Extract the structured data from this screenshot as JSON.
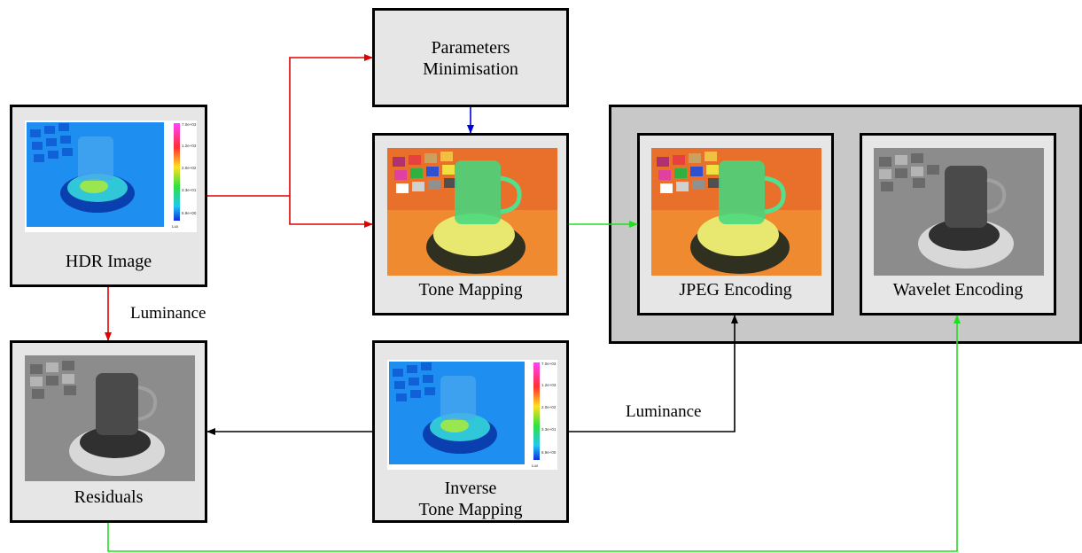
{
  "nodes": {
    "hdr_image": "HDR Image",
    "parameters": "Parameters\nMinimisation",
    "tone_mapping": "Tone Mapping",
    "jpeg_encoding": "JPEG Encoding",
    "wavelet_encoding": "Wavelet Encoding",
    "residuals": "Residuals",
    "inverse_tone_mapping": "Inverse\nTone Mapping"
  },
  "edges": {
    "luminance_left": "Luminance",
    "luminance_right": "Luminance"
  },
  "colorbar_ticks": [
    "7.0e+03",
    "1.2e+03",
    "2.0e+02",
    "3.3e+01",
    "6.9e+00"
  ],
  "colorbar_unit": "Lux",
  "colors": {
    "red_flow": "#e00000",
    "green_flow": "#22dd22",
    "blue_flow": "#0000dd",
    "black_flow": "#000000"
  }
}
